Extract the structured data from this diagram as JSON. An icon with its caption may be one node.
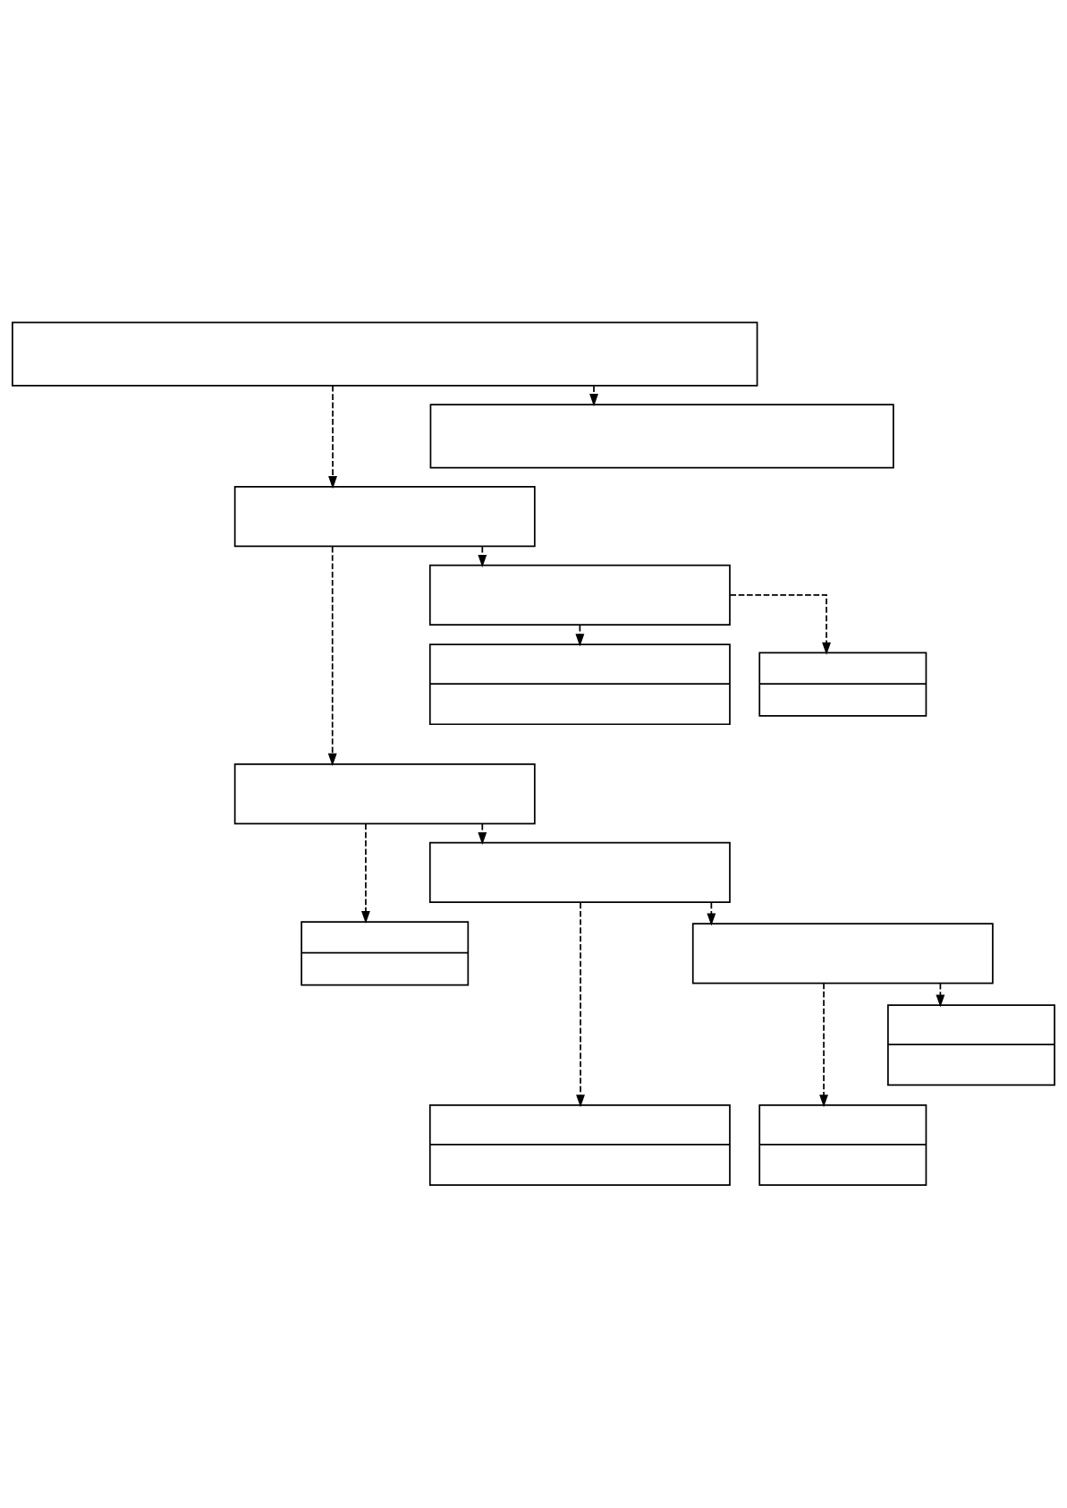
{
  "diagram": {
    "nodes": [
      {
        "text": [],
        "shape": "box"
      },
      {
        "text": [],
        "shape": "box"
      },
      {
        "text": [],
        "shape": "box"
      },
      {
        "text": [],
        "shape": "box"
      },
      {
        "text": [],
        "shape": "box"
      },
      {
        "text": [],
        "shape": "box"
      },
      {
        "text": [],
        "shape": "box"
      },
      {
        "text": [],
        "shape": "box"
      },
      {
        "text": [],
        "shape": "box"
      },
      {
        "text": [],
        "shape": "box"
      },
      {
        "text": [],
        "shape": "box"
      },
      {
        "text": [],
        "shape": "box"
      },
      {
        "text": [],
        "shape": "box"
      }
    ],
    "edges": [
      {
        "from": 0,
        "to": 2,
        "arrow": "to",
        "style": "dashed"
      },
      {
        "from": 0,
        "to": 1,
        "arrow": "to",
        "style": "dashed"
      },
      {
        "from": 2,
        "to": 6,
        "arrow": "to",
        "style": "dashed"
      },
      {
        "from": 2,
        "to": 3,
        "arrow": "to",
        "style": "dashed"
      },
      {
        "from": 3,
        "to": 5,
        "arrow": "to",
        "style": "dashed"
      },
      {
        "from": 3,
        "to": 4,
        "arrow": "to",
        "style": "dashed"
      },
      {
        "from": 6,
        "to": 9,
        "arrow": "to",
        "style": "dashed"
      },
      {
        "from": 6,
        "to": 7,
        "arrow": "to",
        "style": "dashed"
      },
      {
        "from": 7,
        "to": 11,
        "arrow": "to",
        "style": "dashed"
      },
      {
        "from": 7,
        "to": 8,
        "arrow": "to",
        "style": "dashed"
      },
      {
        "from": 8,
        "to": 12,
        "arrow": "to",
        "style": "dashed"
      },
      {
        "from": 8,
        "to": 10,
        "arrow": "to",
        "style": "dashed"
      }
    ]
  }
}
